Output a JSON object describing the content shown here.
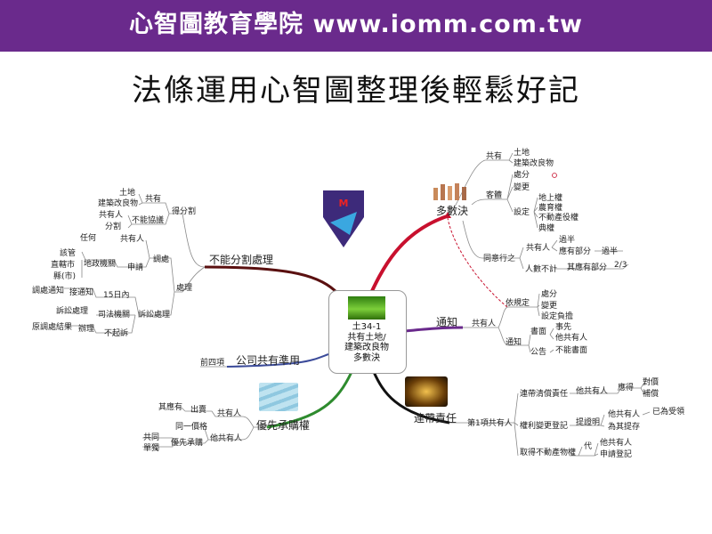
{
  "banner": {
    "text": "心智圖教育學院 www.iomm.com.tw",
    "bg_color": "#6a2a8c"
  },
  "title": "法條運用心智圖整理後輕鬆好記",
  "center": {
    "line1": "土34-1",
    "line2": "共有土地/",
    "line3": "建築改良物",
    "line4": "多數決"
  },
  "branches": {
    "majority": {
      "label": "多數決",
      "gongyou": "共有",
      "tudi": "土地",
      "jianzhu": "建築改良物",
      "kezhi": "客體",
      "chufen": "處分",
      "biangeng": "變更",
      "sheding": "設定",
      "dishangquan": "地上權",
      "nongyuquan": "農育權",
      "budongchanyiquan": "不動產役權",
      "dianquan": "典權",
      "tongyi": "同意行之",
      "gongyouren": "共有人",
      "guoban1": "過半",
      "yingyoubufen": "應有部分",
      "guoban2": "過半",
      "renshubuji": "人數不計",
      "qiyingyoubufen": "其應有部分",
      "twothirds": "2/3"
    },
    "notice": {
      "label": "通知",
      "gongyouren": "共有人",
      "yiguiding": "依規定",
      "chufen": "處分",
      "biangeng": "變更",
      "shedingfudan": "設定負擔",
      "tongzhi": "通知",
      "shumian": "書面",
      "shixian": "事先",
      "tagongyouren": "他共有人",
      "gonggao": "公告",
      "bunengshumian": "不能書面"
    },
    "joint": {
      "label": "連帶責任",
      "first": "第1項共有人",
      "liandai_qingchang": "連帶清償責任",
      "tagongyouren1": "他共有人",
      "yingde": "應得",
      "duijia": "對價",
      "buchang": "補償",
      "quanlibiangeng": "權利變更登記",
      "tizhengming": "提證明",
      "tagongyouren2": "他共有人",
      "yiwei": "已為受領",
      "weiqitican": "為其提存",
      "qude": "取得不動產物權",
      "dai": "代",
      "tagongyouren3": "他共有人",
      "shenqing": "申請登記"
    },
    "priority": {
      "label": "優先承購權",
      "gongyouren": "共有人",
      "chumai": "出賣",
      "qiyingyou": "其應有",
      "tagongyouren": "他共有人",
      "tongyijiage": "同一價格",
      "youxianchenggou": "優先承購",
      "gongtong": "共同",
      "danying": "單獨"
    },
    "public": {
      "label": "公司共有準用",
      "qiansixiang": "前四項"
    },
    "indivisible": {
      "label": "不能分割處理",
      "defenge": "得分割",
      "gongyou": "共有",
      "tudi": "土地",
      "jianzhu": "建築改良物",
      "bunengxieyi": "不能協議",
      "gongyouren": "共有人",
      "fenge": "分割",
      "chuli": "處理",
      "tiaochu": "調處",
      "renhe": "任何",
      "gongyouren2": "共有人",
      "shenqing": "申請",
      "dizhengjiguan": "地政機關",
      "gaiguan": "該管",
      "zhixiashi": "直轄市",
      "xianshi": "縣(市)",
      "susongchuli": "訴訟處理",
      "tiaochutongzhi": "調處通知",
      "jietongzhi": "接通知",
      "fifteen": "15日內",
      "sifajiguan": "司法機關",
      "susongchuli2": "訴訟處理",
      "yuandiaochu": "原調處結果",
      "banli": "辦理",
      "buqisu": "不起訴"
    }
  },
  "colors": {
    "majority": "#c8102e",
    "notice": "#6a2a8c",
    "joint": "#111111",
    "priority": "#2e8b2e",
    "public": "#3b4b9a",
    "indivisible": "#5a1010"
  }
}
